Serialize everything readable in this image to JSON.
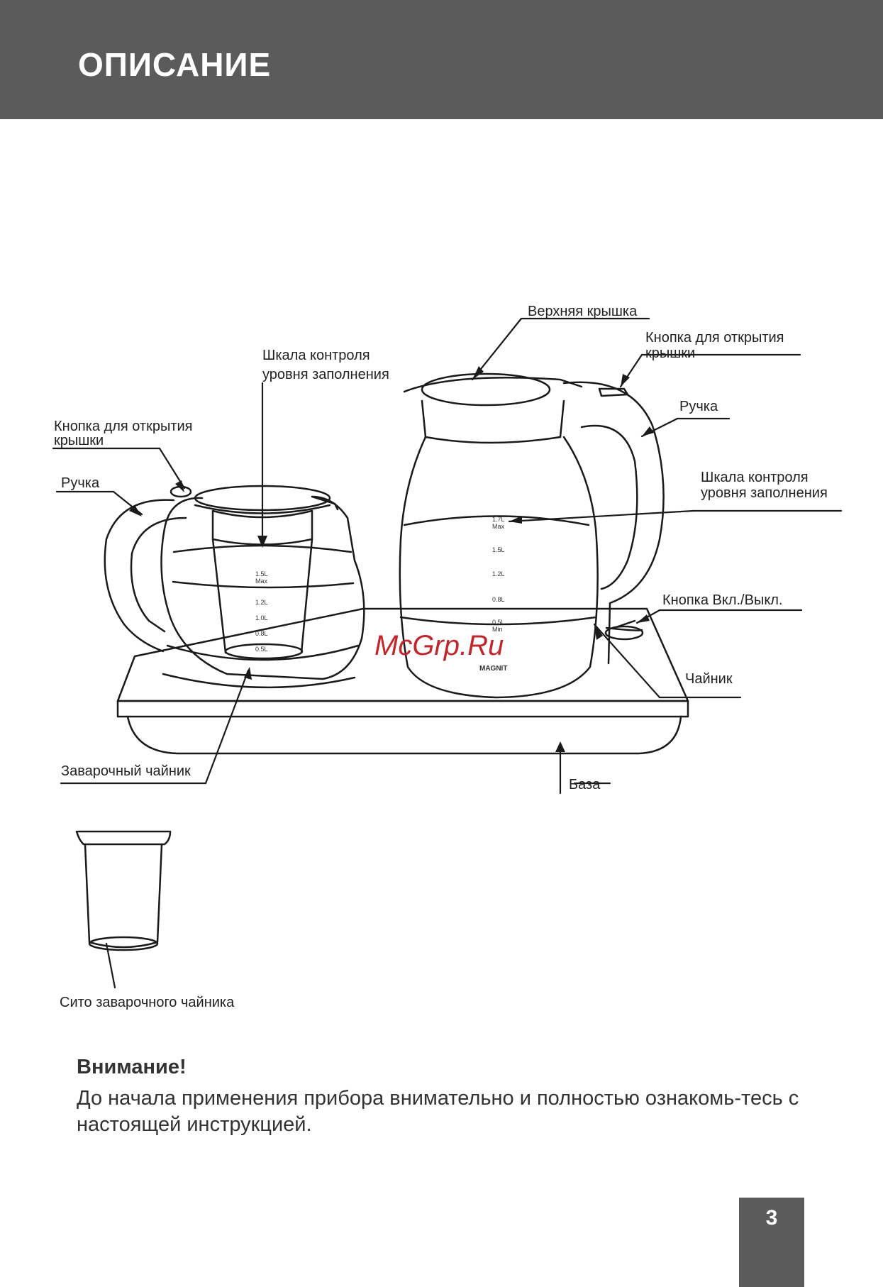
{
  "header": {
    "title": "ОПИСАНИЕ"
  },
  "labels": {
    "top_lid": "Верхняя крышка",
    "kettle_lid_button_line1": "Кнопка для открытия",
    "kettle_lid_button_line2": "крышки",
    "kettle_handle": "Ручка",
    "kettle_scale_line1": "Шкала контроля",
    "kettle_scale_line2": "уровня заполнения",
    "power_button": "Кнопка Вкл./Выкл.",
    "kettle": "Чайник",
    "base": "База",
    "teapot_scale_line1": "Шкала контроля",
    "teapot_scale_line2": "уровня заполнения",
    "teapot_lid_button_line1": "Кнопка для открытия",
    "teapot_lid_button_line2": "крышки",
    "teapot_handle": "Ручка",
    "teapot": "Заварочный чайник",
    "strainer": "Сито заварочного чайника"
  },
  "scale_marks": {
    "teapot": [
      "1.5L",
      "Max",
      "1.2L",
      "1.0L",
      "0.8L",
      "0.5L"
    ],
    "kettle": [
      "1.7L",
      "Max",
      "1.5L",
      "1.2L",
      "0.8L",
      "0.5L",
      "Min"
    ]
  },
  "brand": "MAGNIT",
  "watermark": "McGrp.Ru",
  "attention": {
    "title": "Внимание!",
    "text": "До начала применения прибора внимательно и полностью ознакомь-тесь с настоящей инструкцией."
  },
  "page_number": "3"
}
